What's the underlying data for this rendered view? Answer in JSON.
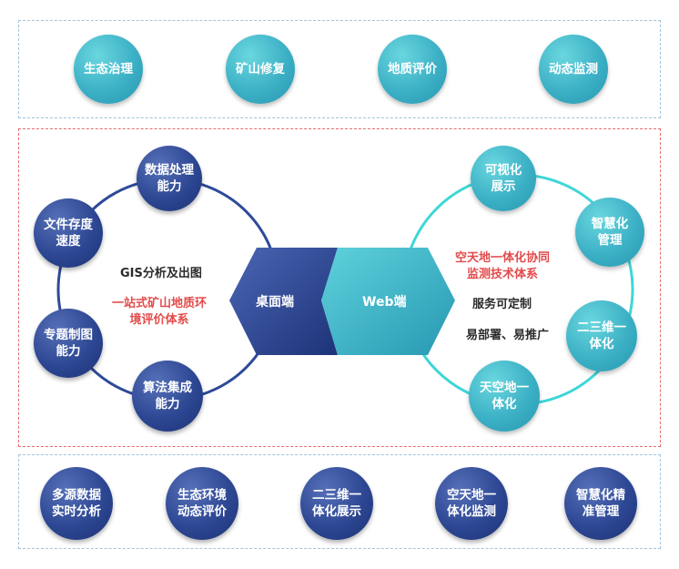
{
  "top_row": [
    "生态治理",
    "矿山修复",
    "地质评价",
    "动态监测"
  ],
  "desktop": {
    "hex_label": "桌面端",
    "nodes": {
      "data_processing": "数据处理\n能力",
      "file_storage": "文件存度\n速度",
      "thematic_mapping": "专题制图\n能力",
      "algorithm_integration": "算法集成\n能力"
    },
    "center_text": "GIS分析及出图",
    "center_red_text": "一站式矿山地质环\n境评价体系"
  },
  "web": {
    "hex_label": "Web端",
    "nodes": {
      "visualization": "可视化\n展示",
      "smart_management": "智慧化\n管理",
      "multi_dimension": "二三维一\n体化",
      "space_air_ground": "天空地一\n体化"
    },
    "center_red_text": "空天地一体化协同\n监测技术体系",
    "center_text_1": "服务可定制",
    "center_text_2": "易部署、易推广"
  },
  "bottom_row": [
    "多源数据\n实时分析",
    "生态环境\n动态评价",
    "二三维一\n体化展示",
    "空天地一\n体化监测",
    "智慧化精\n准管理"
  ],
  "colors": {
    "teal": "#3cb0c5",
    "navy": "#2d4793",
    "ring_navy": "#2e4a98",
    "ring_teal": "#3fd6d8",
    "red_text": "#e24b4b",
    "panel_blue_dash": "#9fc3dd",
    "panel_red_dash": "#e66a6a"
  }
}
